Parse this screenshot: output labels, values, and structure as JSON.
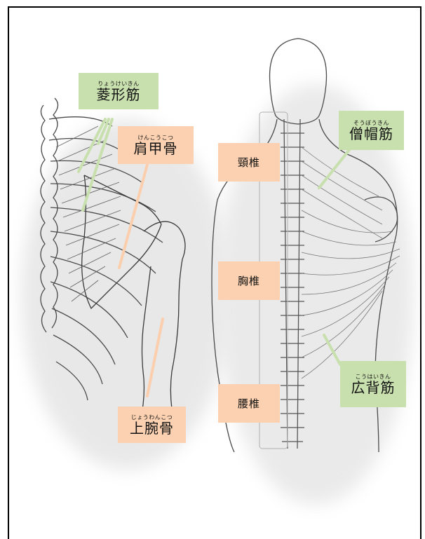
{
  "colors": {
    "muscle_callout": "#c8dfae",
    "bone_callout": "#fbd1b1",
    "leader_green": "#c8dfae",
    "leader_peach": "#fbcfae"
  },
  "labels": {
    "rhomboid": {
      "ruby": "りょうけいきん",
      "text": "菱形筋"
    },
    "scapula": {
      "ruby": "けんこうこつ",
      "text": "肩甲骨"
    },
    "humerus": {
      "ruby": "じょうわんこつ",
      "text": "上腕骨"
    },
    "trapezius": {
      "ruby": "そうぼうきん",
      "text": "僧帽筋"
    },
    "latissimus": {
      "ruby": "こうはいきん",
      "text": "広背筋"
    },
    "cervical": {
      "text": "頸椎"
    },
    "thoracic": {
      "text": "胸椎"
    },
    "lumbar": {
      "text": "腰椎"
    }
  }
}
